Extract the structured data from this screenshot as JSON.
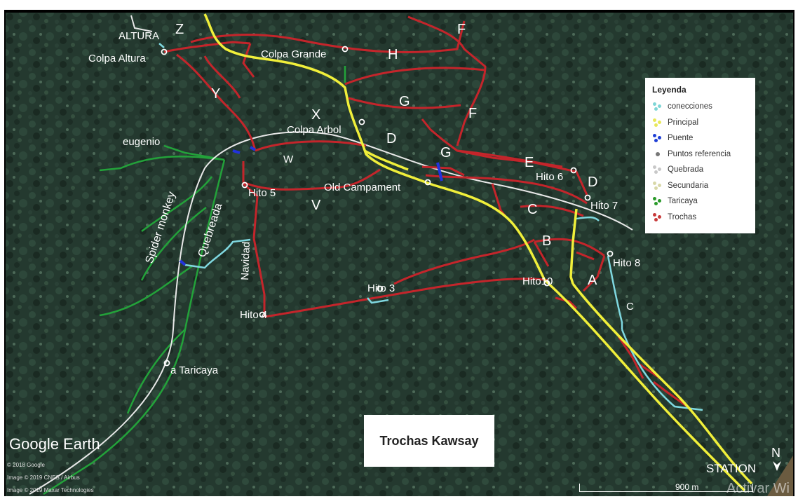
{
  "legend": {
    "title": "Leyenda",
    "items": [
      {
        "label": "conecciones",
        "color": "#7fd6d6"
      },
      {
        "label": "Principal",
        "color": "#e8e85a"
      },
      {
        "label": "Puente",
        "color": "#1f3fd6"
      },
      {
        "label": "Puntos referencia",
        "color": "#777777"
      },
      {
        "label": "Quebrada",
        "color": "#c8c8c8"
      },
      {
        "label": "Secundaria",
        "color": "#d8d8a8"
      },
      {
        "label": "Taricaya",
        "color": "#2a9a2a"
      },
      {
        "label": "Trochas",
        "color": "#c83a3a"
      }
    ]
  },
  "map_title": "Trochas Kawsay",
  "watermark": {
    "logo": "Google Earth",
    "credits": [
      "© 2018 Google",
      "Image © 2019 CNES / Airbus",
      "Image © 2019 Maxar Technologies"
    ],
    "scale": "900 m",
    "activate_notice": "Activar Wi"
  },
  "labels": {
    "altura": "ALTURA",
    "z": "Z",
    "colpa_altura": "Colpa Altura",
    "colpa_grande": "Colpa Grande",
    "h": "H",
    "f1": "F",
    "f2": "F",
    "g1": "G",
    "g2": "G",
    "y": "Y",
    "x": "X",
    "colpa_arbol": "Colpa Arbol",
    "d1": "D",
    "d2": "D",
    "eugenio": "eugenio",
    "w": "W",
    "e": "E",
    "hito6": "Hito 6",
    "hito5": "Hito 5",
    "old_campament": "Old Campament",
    "v": "V",
    "hito7": "Hito 7",
    "c1": "C",
    "c2": "C",
    "spider_monkey": "Spider monkey",
    "quebreada": "Quebreada",
    "navidad": "Navidad",
    "b": "B",
    "hito8": "Hito 8",
    "hito10": "Hito10",
    "a": "A",
    "hito3": "Hito 3",
    "hito4": "Hito 4",
    "a_taricaya": "a Taricaya",
    "station": "STATION",
    "north": "N"
  },
  "colors": {
    "forest": "#23382e",
    "trochas": "#c4252b",
    "principal": "#f0ef3a",
    "quebrada": "#e6e6e6",
    "taricaya": "#23a23a",
    "conecciones": "#7fd8e0",
    "puente": "#2233dd"
  }
}
